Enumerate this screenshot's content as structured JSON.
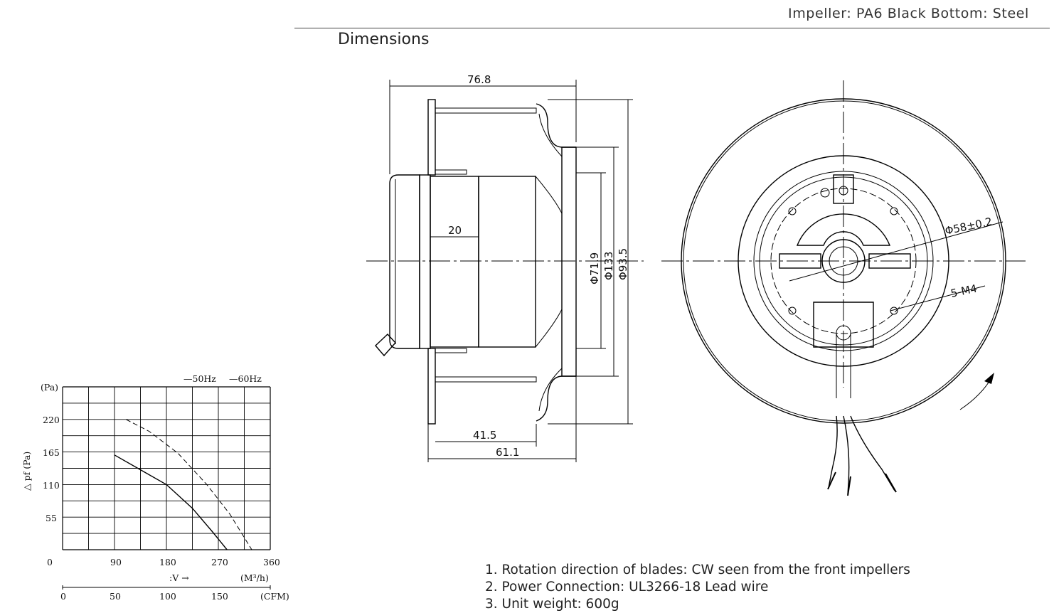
{
  "header": {
    "material_text": "Impeller: PA6 Black Bottom: Steel"
  },
  "section": {
    "title": "Dimensions"
  },
  "side_view": {
    "dim_total_width": "76.8",
    "dim_inner": "20",
    "dim_bottom_1": "41.5",
    "dim_bottom_2": "61.1",
    "dia_1": "Φ71.9",
    "dia_2": "Φ133",
    "dia_3": "Φ93.5"
  },
  "front_view": {
    "dia_label": "Φ58±0.2",
    "screw_label": "5-M4"
  },
  "notes": [
    "1. Rotation direction of blades: CW seen from the front impellers",
    "2. Power Connection: UL3266-18 Lead wire",
    "3. Unit weight: 600g"
  ],
  "chart_data": {
    "type": "line",
    "title": "",
    "ylabel": "△ pf (Pa)",
    "y_unit": "(Pa)",
    "xlabel": ":V →",
    "x_unit": "(M³/h)",
    "x2_unit": "(CFM)",
    "xlim": [
      0,
      360
    ],
    "ylim": [
      0,
      275
    ],
    "y_ticks": [
      "220",
      "165",
      "110",
      "55"
    ],
    "x_ticks": [
      "0",
      "90",
      "180",
      "270",
      "360"
    ],
    "x2_ticks": [
      "0",
      "50",
      "100",
      "150",
      "(CFM)"
    ],
    "legend": {
      "placement": "top-right",
      "entries": [
        "—50Hz",
        "—60Hz"
      ]
    },
    "series": [
      {
        "name": "50Hz",
        "style": "solid",
        "points": [
          [
            90,
            160
          ],
          [
            135,
            135
          ],
          [
            180,
            110
          ],
          [
            225,
            70
          ],
          [
            260,
            30
          ],
          [
            285,
            0
          ]
        ]
      },
      {
        "name": "60Hz",
        "style": "dashed",
        "points": [
          [
            110,
            220
          ],
          [
            150,
            200
          ],
          [
            200,
            163
          ],
          [
            250,
            110
          ],
          [
            290,
            60
          ],
          [
            328,
            0
          ]
        ]
      }
    ]
  }
}
